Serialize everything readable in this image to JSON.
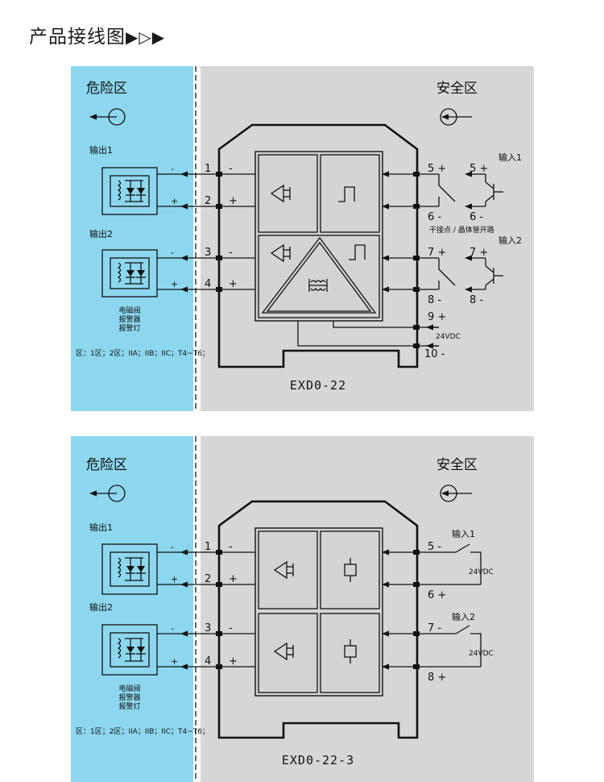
{
  "page": {
    "title": "产品接线图",
    "title_arrows": "▶▷▶"
  },
  "colors": {
    "hazard_bg": "#8dd7ee",
    "safe_bg": "#d6d6d6",
    "line": "#111111"
  },
  "icons": [
    "output-arrow-icon",
    "input-arrow-icon",
    "isolation-amplifier-icon",
    "square-wave-icon",
    "relay-coil-icon",
    "transformer-icon",
    "led-load-icon",
    "contact-switch-icon",
    "transistor-icon"
  ],
  "diagram1": {
    "hazard_label": "危险区",
    "safe_label": "安全区",
    "model": "EXD0-22",
    "out1_label": "输出1",
    "out2_label": "输出2",
    "in1_label": "输入1",
    "in2_label": "输入2",
    "load_line1": "电磁阀",
    "load_line2": "报警器",
    "load_line3": "报警灯",
    "zone_note": "区：1区；2区；IIA；IIB；IIC；T4~T6；",
    "switch_note": "干接点 / 晶体管开路",
    "supply_label": "24VDC",
    "minus": "-",
    "plus": "+",
    "pin1": "1",
    "pin2": "2",
    "pin3": "3",
    "pin4": "4",
    "pin5": "5 +",
    "pin6": "6 -",
    "pin7": "7 +",
    "pin8": "8 -",
    "pin9": "9 +",
    "pin10": "10 -",
    "ext5": "5 +",
    "ext6": "6 -",
    "ext7": "7 +",
    "ext8": "8 -"
  },
  "diagram2": {
    "hazard_label": "危险区",
    "safe_label": "安全区",
    "model": "EXD0-22-3",
    "out1_label": "输出1",
    "out2_label": "输出2",
    "in1_label": "输入1",
    "in2_label": "输入2",
    "load_line1": "电磁阀",
    "load_line2": "报警器",
    "load_line3": "报警灯",
    "zone_note": "区：1区；2区；IIA；IIB；IIC；T4~T6；",
    "supply1": "24VDC",
    "supply2": "24VDC",
    "minus": "-",
    "plus": "+",
    "pin1": "1",
    "pin2": "2",
    "pin3": "3",
    "pin4": "4",
    "pin5": "5 -",
    "pin6": "6 +",
    "pin7": "7 -",
    "pin8": "8 +"
  }
}
